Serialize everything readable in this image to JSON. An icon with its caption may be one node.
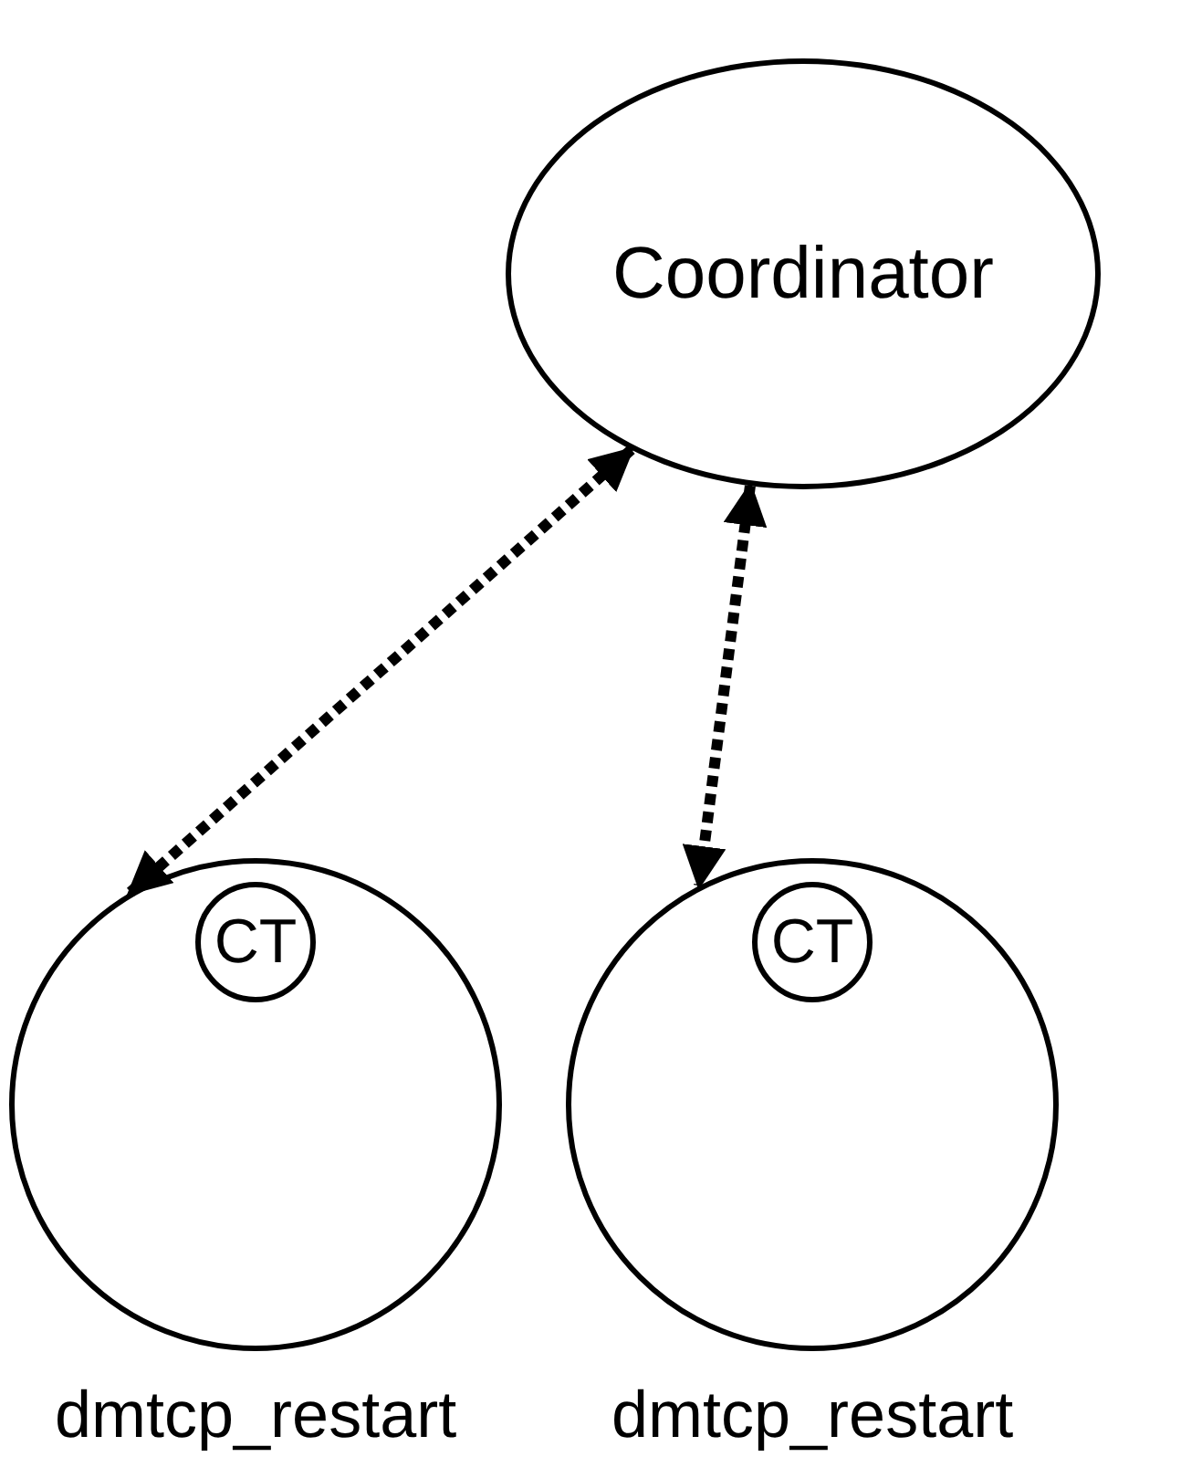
{
  "diagram": {
    "nodes": [
      {
        "text": [
          "Coordinator"
        ]
      },
      {
        "text": [],
        "shape": "circle",
        "beside": [
          "dmtcp_restart"
        ]
      },
      {
        "text": [
          "CT"
        ],
        "in": 1
      },
      {
        "text": [],
        "shape": "circle",
        "beside": [
          "dmtcp_restart"
        ]
      },
      {
        "text": [
          "CT"
        ],
        "in": 3
      }
    ],
    "edges": [
      {
        "from": 0,
        "to": 1,
        "arrow": "both",
        "style": "dashed"
      },
      {
        "from": 0,
        "to": 3,
        "arrow": "both",
        "style": "dashed"
      }
    ]
  }
}
